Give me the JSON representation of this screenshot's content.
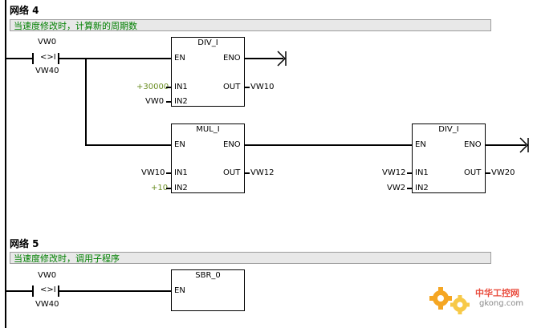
{
  "network4": {
    "title": "网络 4",
    "comment": "当速度修改时，计算新的周期数",
    "contact": {
      "top": "VW0",
      "symbol": "<>I",
      "bottom": "VW40"
    },
    "div1": {
      "name": "DIV_I",
      "en": "EN",
      "eno": "ENO",
      "in1": "IN1",
      "in2": "IN2",
      "out": "OUT",
      "in1_val": "+30000",
      "in2_val": "VW0",
      "out_val": "VW10"
    },
    "mul": {
      "name": "MUL_I",
      "en": "EN",
      "eno": "ENO",
      "in1": "IN1",
      "in2": "IN2",
      "out": "OUT",
      "in1_val": "VW10",
      "in2_val": "+10",
      "out_val": "VW12"
    },
    "div2": {
      "name": "DIV_I",
      "en": "EN",
      "eno": "ENO",
      "in1": "IN1",
      "in2": "IN2",
      "out": "OUT",
      "in1_val": "VW12",
      "in2_val": "VW2",
      "out_val": "VW20"
    }
  },
  "network5": {
    "title": "网络 5",
    "comment": "当速度修改时，调用子程序",
    "contact": {
      "top": "VW0",
      "symbol": "<>I",
      "bottom": "VW40"
    },
    "sbr": {
      "name": "SBR_0",
      "en": "EN"
    }
  },
  "watermark": {
    "cn": "中华工控网",
    "url": "gkong.com"
  },
  "colors": {
    "comment_text": "#008000",
    "constant_text": "#6b8e23",
    "comment_bg": "#e8e8e8"
  }
}
